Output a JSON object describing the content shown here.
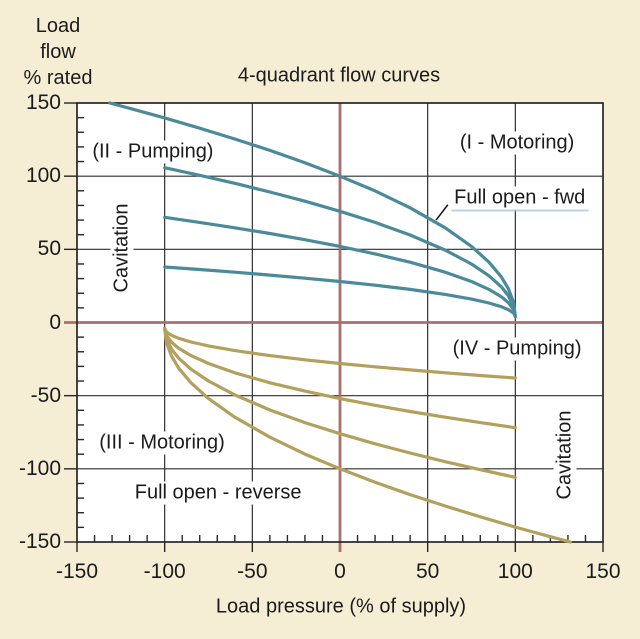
{
  "window": {
    "background": "#f5eed5"
  },
  "chart_data": {
    "type": "line",
    "title": "4-quadrant flow curves",
    "xlabel": "Load pressure (% of supply)",
    "ylabel": "Load flow % rated",
    "ylabel_display": "Load\nflow\n% rated",
    "xlim": [
      -150,
      150
    ],
    "ylim": [
      -150,
      150
    ],
    "x_ticks": [
      -150,
      -100,
      -50,
      0,
      50,
      100,
      150
    ],
    "y_ticks": [
      -150,
      -100,
      -50,
      0,
      50,
      100,
      150
    ],
    "minor_tick_step": 10,
    "grid": true,
    "colors": {
      "plot_bg": "#ffffff",
      "grid": "#2e2e2e",
      "border": "#262626",
      "zero_line": "#b06b6b",
      "forward": "#4b8a9a",
      "reverse": "#b2a05c",
      "text": "#1b1b1b",
      "underline": "#a0c3e6"
    },
    "series": [
      {
        "id": "forward-full-open",
        "label": "Full open - fwd",
        "group": "forward",
        "points": [
          [
            -131.3,
            150
          ],
          [
            -120,
            146.4
          ],
          [
            -100,
            139.8
          ],
          [
            -80,
            132.8
          ],
          [
            -60,
            125.4
          ],
          [
            -40,
            117.6
          ],
          [
            -20,
            109.2
          ],
          [
            0,
            100
          ],
          [
            20,
            89.9
          ],
          [
            40,
            78.4
          ],
          [
            60,
            64.7
          ],
          [
            75,
            52
          ],
          [
            85,
            41.2
          ],
          [
            92,
            31.2
          ],
          [
            96,
            23.2
          ],
          [
            99,
            13.6
          ],
          [
            100,
            4
          ]
        ]
      },
      {
        "id": "forward-75pct-opening",
        "label": "",
        "group": "forward",
        "points": [
          [
            -100,
            105.8
          ],
          [
            -80,
            100.6
          ],
          [
            -60,
            95.1
          ],
          [
            -40,
            89.2
          ],
          [
            -20,
            82.9
          ],
          [
            0,
            76
          ],
          [
            20,
            68.4
          ],
          [
            40,
            59.8
          ],
          [
            60,
            49.5
          ],
          [
            75,
            40
          ],
          [
            85,
            31.9
          ],
          [
            92,
            24.4
          ],
          [
            96,
            18.4
          ],
          [
            99,
            11.2
          ],
          [
            100,
            4
          ]
        ]
      },
      {
        "id": "forward-50pct-opening",
        "label": "",
        "group": "forward",
        "points": [
          [
            -100,
            71.9
          ],
          [
            -80,
            68.4
          ],
          [
            -60,
            64.7
          ],
          [
            -40,
            60.8
          ],
          [
            -20,
            56.6
          ],
          [
            0,
            52
          ],
          [
            20,
            46.9
          ],
          [
            40,
            41.2
          ],
          [
            60,
            34.4
          ],
          [
            75,
            28
          ],
          [
            85,
            22.6
          ],
          [
            92,
            17.6
          ],
          [
            96,
            13.6
          ],
          [
            99,
            8.8
          ],
          [
            100,
            4
          ]
        ]
      },
      {
        "id": "forward-25pct-opening",
        "label": "",
        "group": "forward",
        "points": [
          [
            -100,
            37.9
          ],
          [
            -80,
            36.2
          ],
          [
            -60,
            34.4
          ],
          [
            -40,
            32.4
          ],
          [
            -20,
            30.3
          ],
          [
            0,
            28
          ],
          [
            20,
            25.5
          ],
          [
            40,
            22.6
          ],
          [
            60,
            19.2
          ],
          [
            75,
            16
          ],
          [
            85,
            13.3
          ],
          [
            92,
            10.8
          ],
          [
            96,
            8.8
          ],
          [
            99,
            6.4
          ],
          [
            100,
            4
          ]
        ]
      },
      {
        "id": "reverse-full-open",
        "label": "Full open - reverse",
        "group": "reverse",
        "points": [
          [
            -100,
            -4
          ],
          [
            -99,
            -13.6
          ],
          [
            -96,
            -23.2
          ],
          [
            -92,
            -31.2
          ],
          [
            -85,
            -41.2
          ],
          [
            -75,
            -52
          ],
          [
            -60,
            -64.7
          ],
          [
            -40,
            -78.4
          ],
          [
            -20,
            -89.9
          ],
          [
            0,
            -100
          ],
          [
            20,
            -109.2
          ],
          [
            40,
            -117.6
          ],
          [
            60,
            -125.4
          ],
          [
            80,
            -132.8
          ],
          [
            100,
            -139.8
          ],
          [
            120,
            -146.4
          ],
          [
            131.3,
            -150
          ]
        ]
      },
      {
        "id": "reverse-75pct-opening",
        "label": "",
        "group": "reverse",
        "points": [
          [
            -100,
            -4
          ],
          [
            -99,
            -11.2
          ],
          [
            -96,
            -18.4
          ],
          [
            -92,
            -24.4
          ],
          [
            -85,
            -31.9
          ],
          [
            -75,
            -40
          ],
          [
            -60,
            -49.5
          ],
          [
            -40,
            -59.8
          ],
          [
            -20,
            -68.4
          ],
          [
            0,
            -76
          ],
          [
            20,
            -82.9
          ],
          [
            40,
            -89.2
          ],
          [
            60,
            -95.1
          ],
          [
            80,
            -100.6
          ],
          [
            100,
            -105.8
          ]
        ]
      },
      {
        "id": "reverse-50pct-opening",
        "label": "",
        "group": "reverse",
        "points": [
          [
            -100,
            -4
          ],
          [
            -99,
            -8.8
          ],
          [
            -96,
            -13.6
          ],
          [
            -92,
            -17.6
          ],
          [
            -85,
            -22.6
          ],
          [
            -75,
            -28
          ],
          [
            -60,
            -34.4
          ],
          [
            -40,
            -41.2
          ],
          [
            -20,
            -46.9
          ],
          [
            0,
            -52
          ],
          [
            20,
            -56.6
          ],
          [
            40,
            -60.8
          ],
          [
            60,
            -64.7
          ],
          [
            80,
            -68.4
          ],
          [
            100,
            -71.9
          ]
        ]
      },
      {
        "id": "reverse-25pct-opening",
        "label": "",
        "group": "reverse",
        "points": [
          [
            -100,
            -4
          ],
          [
            -99,
            -6.4
          ],
          [
            -96,
            -8.8
          ],
          [
            -92,
            -10.8
          ],
          [
            -85,
            -13.3
          ],
          [
            -75,
            -16
          ],
          [
            -60,
            -19.2
          ],
          [
            -40,
            -22.6
          ],
          [
            -20,
            -25.5
          ],
          [
            0,
            -28
          ],
          [
            20,
            -30.3
          ],
          [
            40,
            -32.4
          ],
          [
            60,
            -34.4
          ],
          [
            80,
            -36.2
          ],
          [
            100,
            -37.9
          ]
        ]
      }
    ],
    "annotations": [
      {
        "id": "quadrant-ii-label",
        "text": "(II - Pumping)",
        "p": -106.7,
        "q": 116.5,
        "rotate": 0
      },
      {
        "id": "quadrant-i-label",
        "text": "(I - Motoring)",
        "p": 101,
        "q": 122.5,
        "rotate": 0
      },
      {
        "id": "full-open-fwd-label",
        "text": "Full open - fwd",
        "p": 102.5,
        "q": 85,
        "rotate": 0,
        "underline": true
      },
      {
        "id": "quadrant-iv-label",
        "text": "(IV - Pumping)",
        "p": 101,
        "q": -18,
        "rotate": 0
      },
      {
        "id": "quadrant-iii-label",
        "text": "(III - Motoring)",
        "p": -101.5,
        "q": -82.5,
        "rotate": 0
      },
      {
        "id": "full-open-reverse-label",
        "text": "Full open - reverse",
        "p": -69.5,
        "q": -116.5,
        "rotate": 0
      },
      {
        "id": "cavitation-left-label",
        "text": "Cavitation",
        "p": -124.5,
        "q": 51,
        "rotate": -90
      },
      {
        "id": "cavitation-right-label",
        "text": "Cavitation",
        "p": 128.5,
        "q": -90.5,
        "rotate": -90
      }
    ],
    "leader_line": {
      "x1": 61.5,
      "y1": 80.5,
      "x2": 54.8,
      "y2": 70.0
    }
  }
}
